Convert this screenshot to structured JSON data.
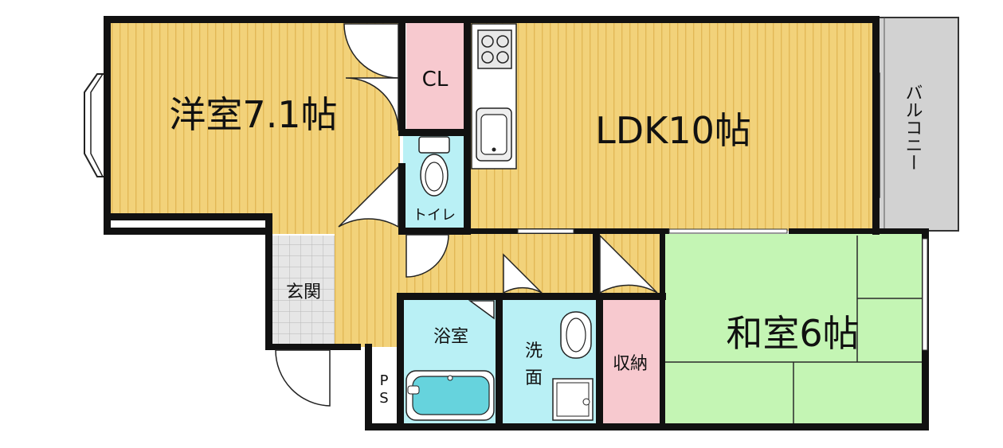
{
  "rooms": {
    "western": "洋室7.1帖",
    "ldk": "LDK10帖",
    "japanese": "和室6帖",
    "closet": "CL",
    "toilet": "トイレ",
    "entrance": "玄関",
    "bath": "浴室",
    "wash_1": "洗",
    "wash_2": "面",
    "storage": "収納",
    "ps_1": "P",
    "ps_2": "S",
    "balcony": "バルコニー"
  },
  "colors": {
    "wood": "#f2d27a",
    "wood_stripe": "#e2b856",
    "tatami": "#c4f5b4",
    "closet": "#f7c9cf",
    "water": "#b9f0f5",
    "balcony": "#d2d2d2",
    "entrance_tile": "#e6e6e6",
    "wall": "#111111"
  }
}
